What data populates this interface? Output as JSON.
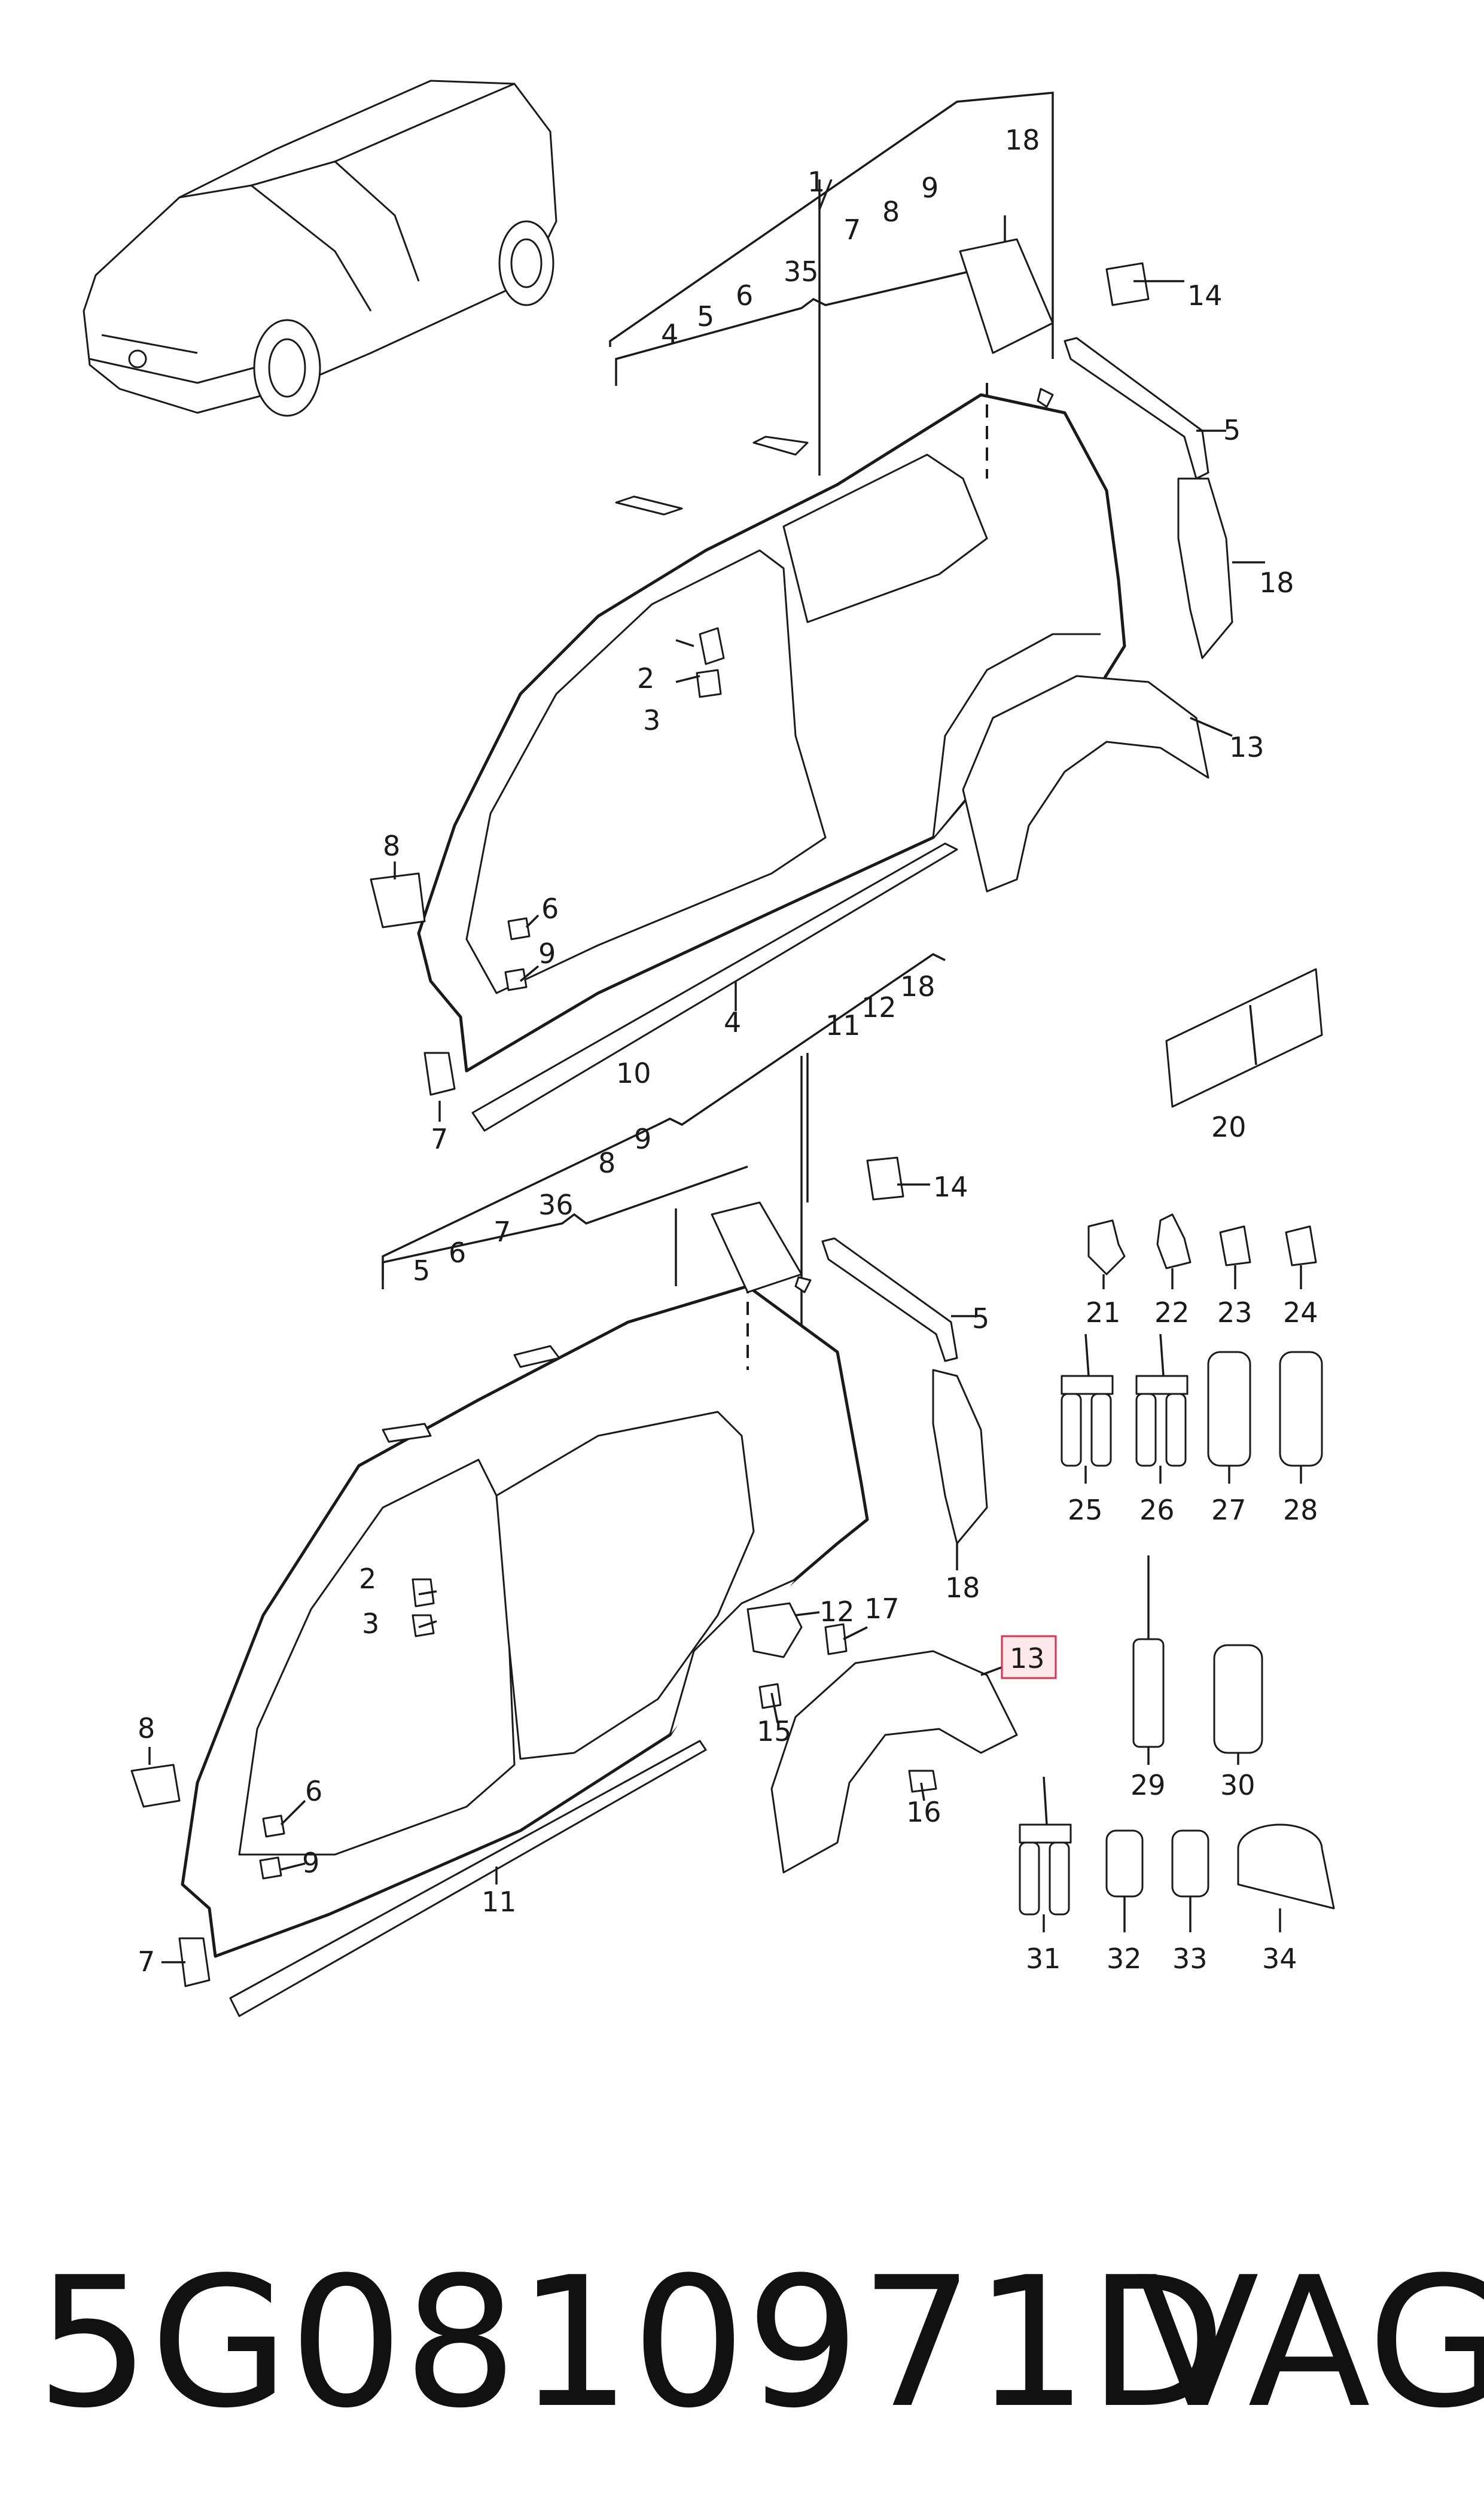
{
  "labels": {
    "upper": {
      "l1": "1",
      "l4": "4",
      "l5": "5",
      "l6": "6",
      "l7": "7",
      "l8": "8",
      "l9": "9",
      "l35": "35",
      "l18a": "18",
      "l14": "14",
      "l5b": "5",
      "l18b": "18",
      "l13": "13",
      "l2": "2",
      "l3": "3",
      "l8b": "8",
      "l6b": "6",
      "l9b": "9",
      "l4b": "4",
      "l7b": "7"
    },
    "lower": {
      "l10": "10",
      "l11a": "11",
      "l12a": "12",
      "l18a": "18",
      "l36": "36",
      "l5": "5",
      "l6": "6",
      "l7": "7",
      "l8": "8",
      "l9": "9",
      "l14": "14",
      "l5b": "5",
      "l18b": "18",
      "l2": "2",
      "l3": "3",
      "l12b": "12",
      "l17": "17",
      "l13": "13",
      "l15": "15",
      "l16": "16",
      "l8b": "8",
      "l6b": "6",
      "l9b": "9",
      "l11b": "11",
      "l7b": "7"
    },
    "right": {
      "l20": "20",
      "l21": "21",
      "l22": "22",
      "l23": "23",
      "l24": "24",
      "l25": "25",
      "l26": "26",
      "l27": "27",
      "l28": "28",
      "l29": "29",
      "l30": "30",
      "l31": "31",
      "l32": "32",
      "l33": "33",
      "l34": "34"
    }
  },
  "highlight": {
    "label": "13",
    "color": "#d9324a"
  },
  "footer": {
    "part_number": "5G0810971D",
    "brand": "VAG"
  },
  "colors": {
    "line": "#1a1a1a",
    "background": "#ffffff"
  }
}
